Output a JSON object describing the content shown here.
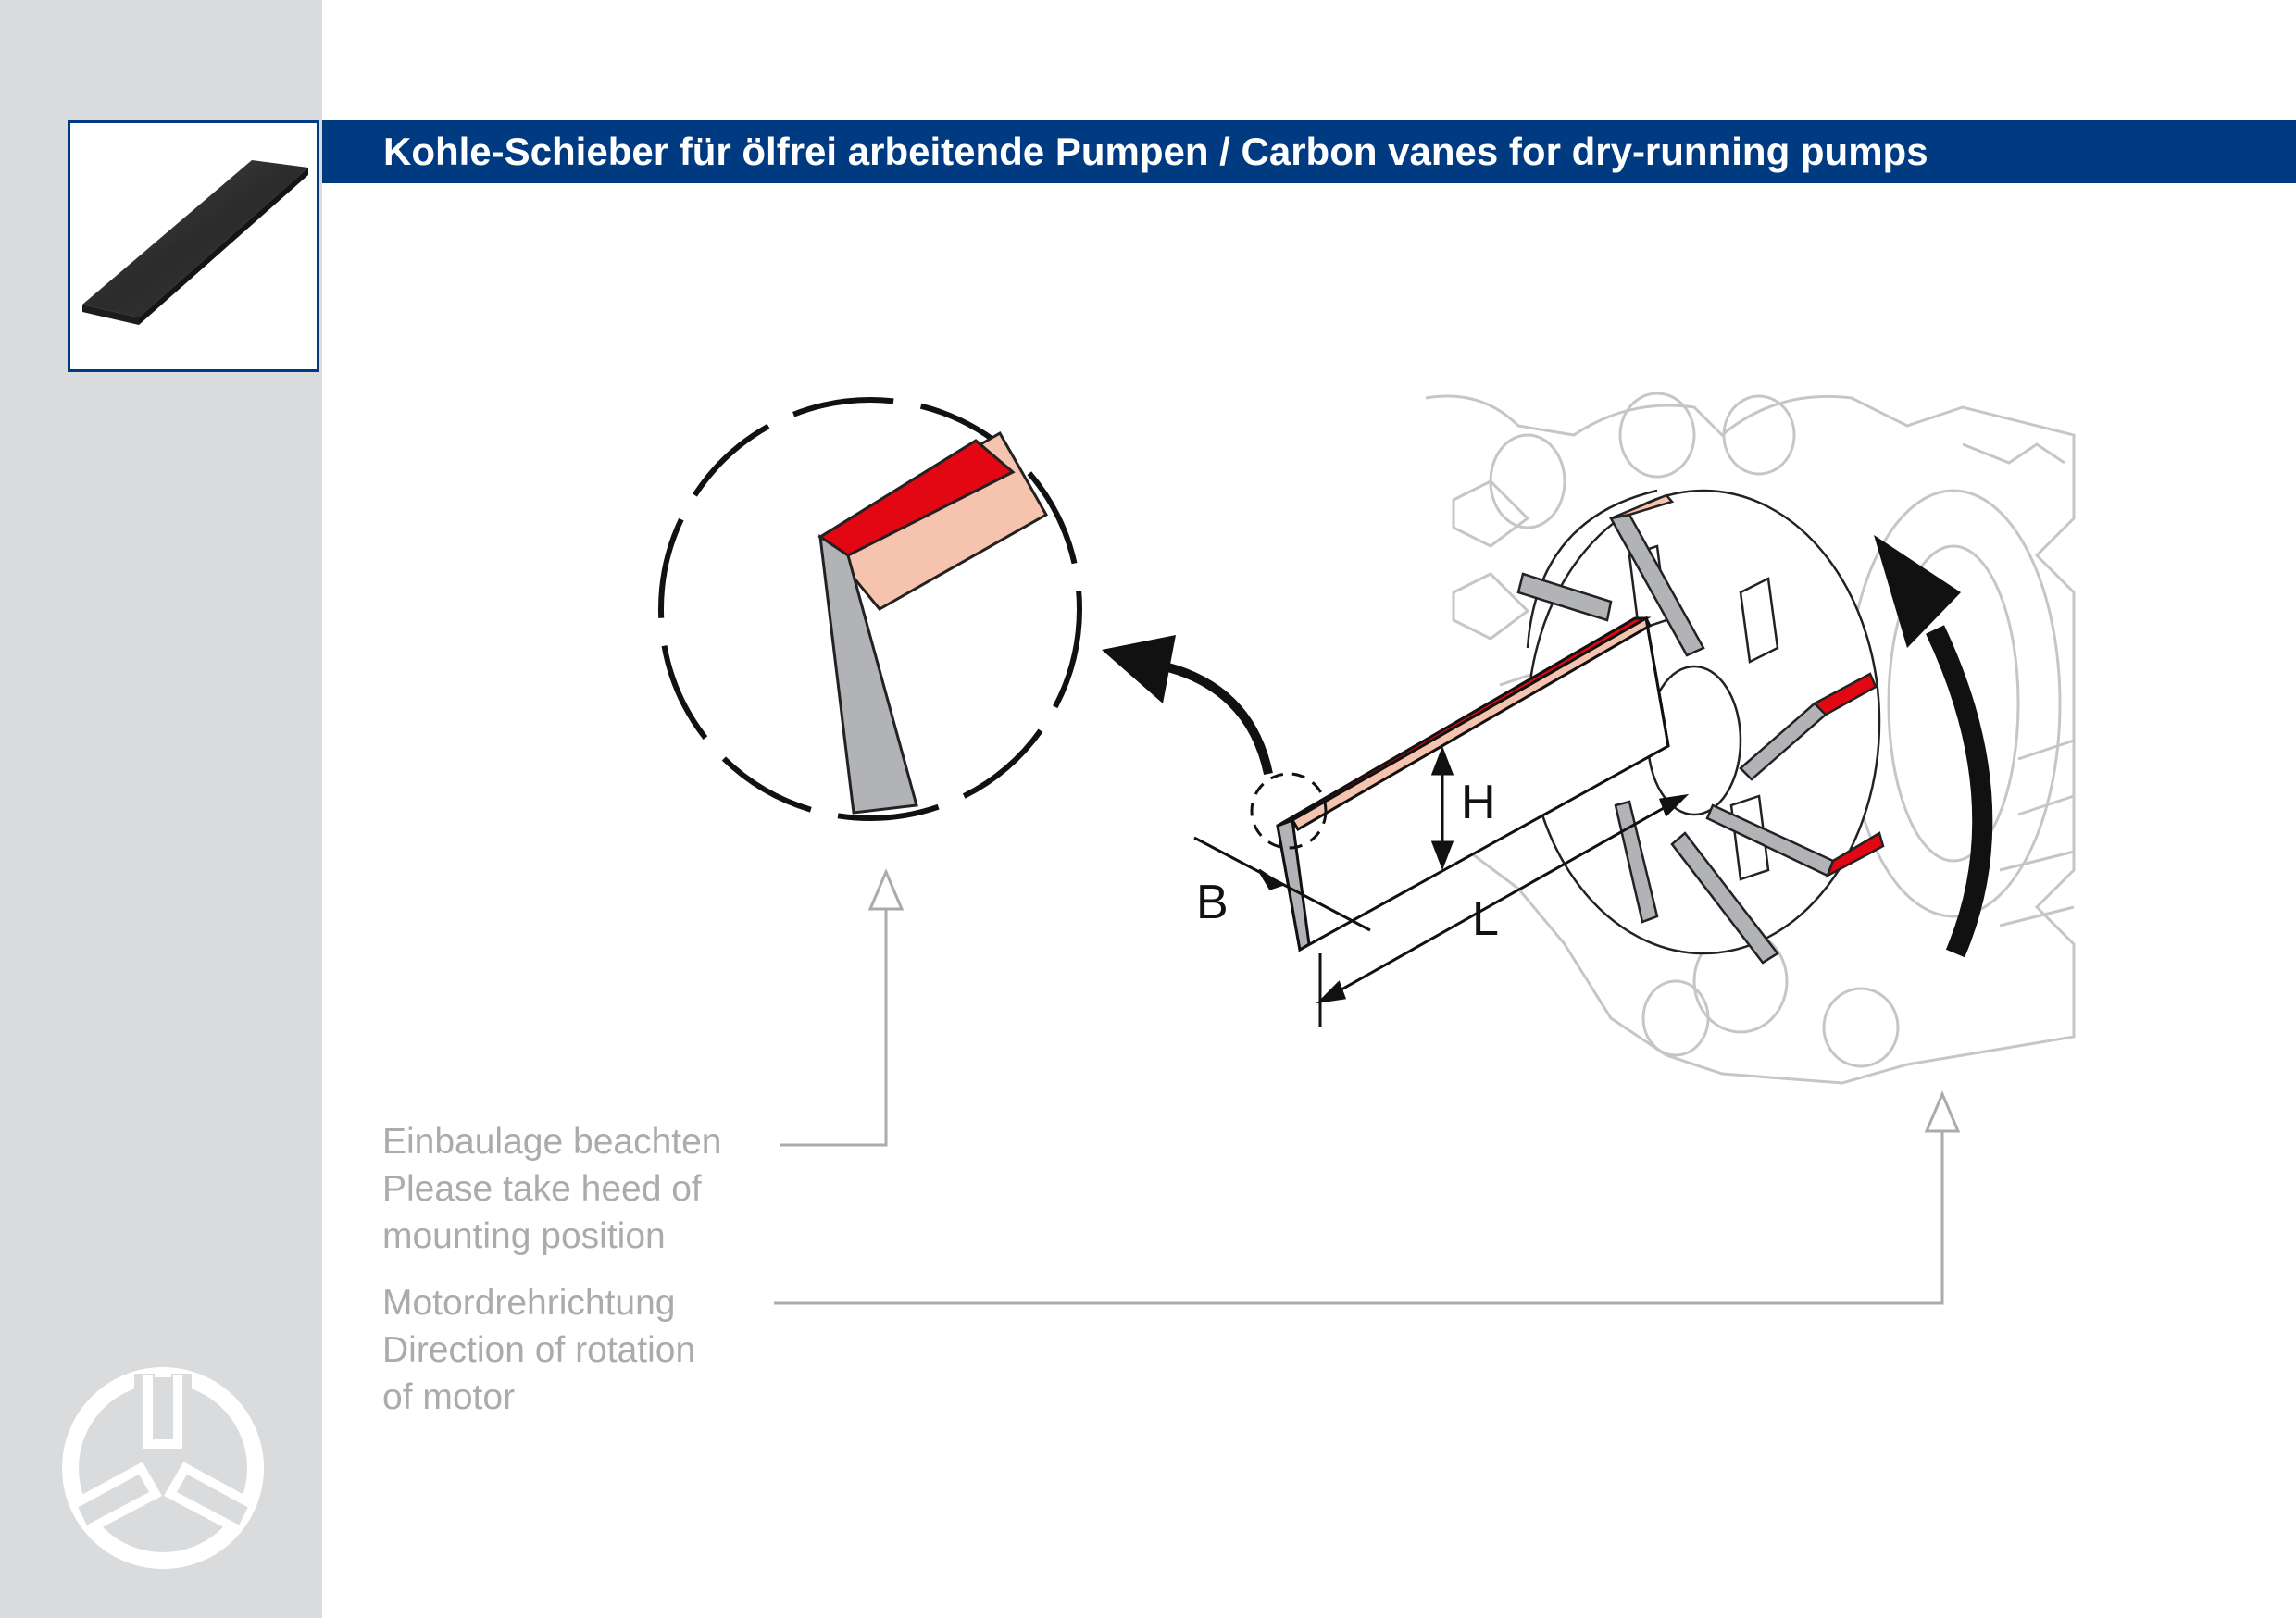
{
  "header": {
    "title": "Kohle-Schieber für ölfrei arbeitende Pumpen / Carbon vanes for dry-running pumps"
  },
  "colors": {
    "sidebar": "#d9dbdd",
    "title_bar": "#003a80",
    "accent_red": "#e30613",
    "accent_salmon": "#f6c3ae",
    "vane_grey": "#b1b3b6",
    "callout_grey": "#a9abad"
  },
  "diagram": {
    "dimensions": {
      "height_label": "H",
      "width_label": "B",
      "length_label": "L"
    }
  },
  "notes": {
    "mounting": {
      "lines": [
        "Einbaulage beachten",
        "Please take heed of",
        "mounting position"
      ]
    },
    "rotation": {
      "lines": [
        "Motordrehrichtung",
        "Direction of rotation",
        "of motor"
      ]
    }
  },
  "icons": {
    "thumbnail": "carbon-vane-photo",
    "logo": "company-logo",
    "rotation_arrow": "curved-arrow-icon"
  }
}
